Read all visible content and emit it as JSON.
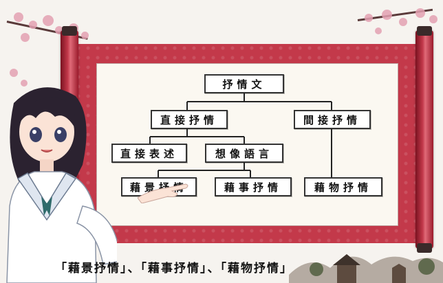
{
  "diagram": {
    "root": "抒情文",
    "level1": [
      "直接抒情",
      "間接抒情"
    ],
    "level2_direct": [
      "直接表述",
      "想像語言"
    ],
    "level3": [
      "藉景抒情",
      "藉事抒情",
      "藉物抒情"
    ]
  },
  "caption": "「藉景抒情」、「藉事抒情」、「藉物抒情」"
}
